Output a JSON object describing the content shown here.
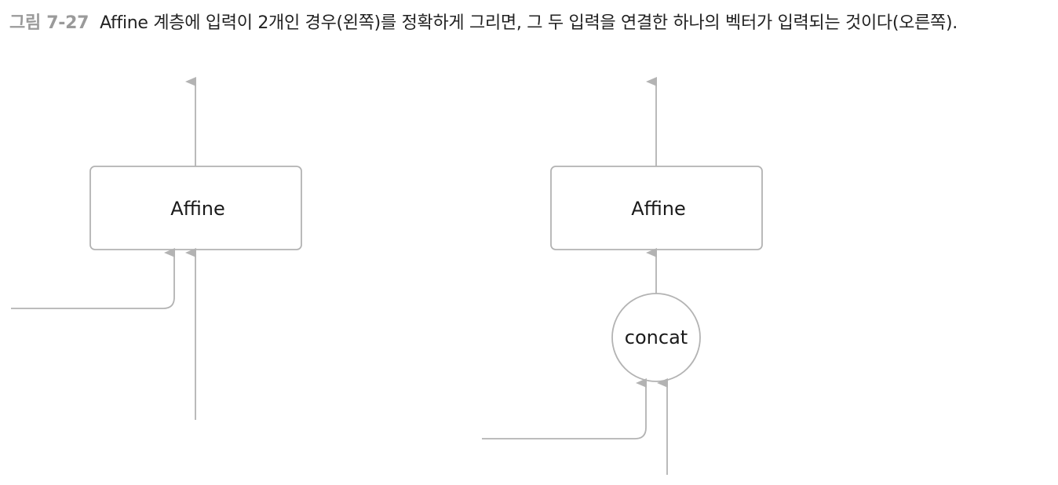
{
  "caption": {
    "figure_label": "그림 7-27",
    "text": "Affine 계층에 입력이 2개인 경우(왼쪽)를 정확하게 그리면, 그 두 입력을 연결한 하나의 벡터가 입력되는 것이다(오른쪽)."
  },
  "left_diagram": {
    "node_label": "Affine"
  },
  "right_diagram": {
    "node_label": "Affine",
    "concat_label": "concat"
  },
  "colors": {
    "line": "#b3b3b3",
    "arrowhead": "#b3b3b3",
    "box_border": "#b3b3b3",
    "figure_label": "#9a9a9a",
    "text": "#1a1a1a"
  }
}
